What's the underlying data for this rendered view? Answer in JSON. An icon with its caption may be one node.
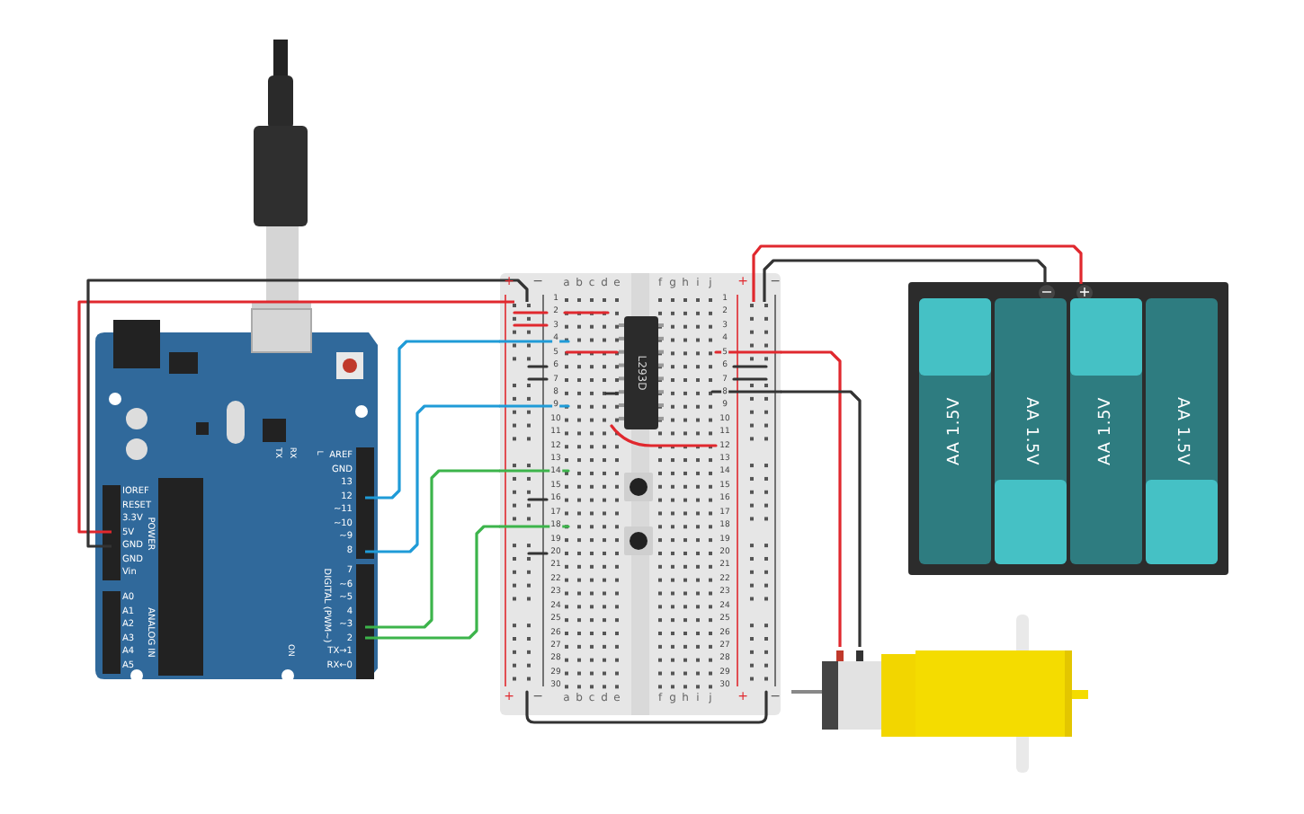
{
  "diagram": {
    "nodes": [
      {
        "text": [],
        "shape": "picture"
      },
      {
        "text": [],
        "shape": "picture"
      },
      {
        "text": [
          "L293D"
        ],
        "in": 1
      },
      {
        "text": [],
        "shape": "picture",
        "in": 1
      },
      {
        "text": [],
        "shape": "picture",
        "in": 1
      },
      {
        "text": [],
        "shape": "picture"
      },
      {
        "text": [
          "AA 1.5V"
        ],
        "in": 5
      },
      {
        "text": [
          "AA 1.5V"
        ],
        "in": 5
      },
      {
        "text": [
          "AA 1.5V"
        ],
        "in": 5
      },
      {
        "text": [
          "AA 1.5V"
        ],
        "in": 5
      },
      {
        "text": [],
        "shape": "picture"
      }
    ],
    "edges": [
      {
        "from": 0,
        "to": 1,
        "arrow": "none",
        "color": "#e0282e"
      },
      {
        "from": 0,
        "to": 1,
        "arrow": "none",
        "color": "#333333"
      },
      {
        "from": 0,
        "to": 1,
        "arrow": "none",
        "color": "#1f9bd7"
      },
      {
        "from": 0,
        "to": 1,
        "arrow": "none",
        "color": "#1f9bd7"
      },
      {
        "from": 0,
        "to": 1,
        "arrow": "none",
        "color": "#3cb44b"
      },
      {
        "from": 0,
        "to": 1,
        "arrow": "none",
        "color": "#3cb44b"
      },
      {
        "from": 5,
        "to": 1,
        "arrow": "none",
        "color": "#333333"
      },
      {
        "from": 5,
        "to": 1,
        "arrow": "none",
        "color": "#e0282e"
      },
      {
        "from": 1,
        "to": 10,
        "arrow": "none",
        "color": "#e0282e"
      },
      {
        "from": 1,
        "to": 10,
        "arrow": "none",
        "color": "#333333"
      }
    ],
    "labels": [
      "AREF",
      "GND",
      "13",
      "12",
      "~11",
      "~10",
      "~9",
      "8",
      "7",
      "~6",
      "~5",
      "4",
      "~3",
      "2",
      "TX→1",
      "RX←0",
      "DIGITAL (PWM~)",
      "IOREF",
      "RESET",
      "3.3V",
      "5V",
      "GND",
      "GND",
      "Vin",
      "POWER",
      "A0",
      "A1",
      "A2",
      "A3",
      "A4",
      "A5",
      "ANALOG IN",
      "TX",
      "RX",
      "L",
      "ON",
      "+",
      "−",
      "a",
      "b",
      "c",
      "d",
      "e",
      "f",
      "g",
      "h",
      "i",
      "j",
      "+",
      "−",
      "1",
      "1",
      "2",
      "2",
      "3",
      "3",
      "4",
      "4",
      "5",
      "5",
      "6",
      "6",
      "7",
      "7",
      "8",
      "8",
      "9",
      "9",
      "10",
      "10",
      "11",
      "11",
      "12",
      "12",
      "13",
      "13",
      "14",
      "14",
      "15",
      "15",
      "16",
      "16",
      "17",
      "17",
      "18",
      "18",
      "19",
      "19",
      "20",
      "20",
      "21",
      "21",
      "22",
      "22",
      "23",
      "23",
      "24",
      "24",
      "25",
      "25",
      "26",
      "26",
      "27",
      "27",
      "28",
      "28",
      "29",
      "29",
      "30",
      "30",
      "+",
      "−",
      "a",
      "b",
      "c",
      "d",
      "e",
      "f",
      "g",
      "h",
      "i",
      "j",
      "+",
      "−",
      "−",
      "+"
    ]
  }
}
